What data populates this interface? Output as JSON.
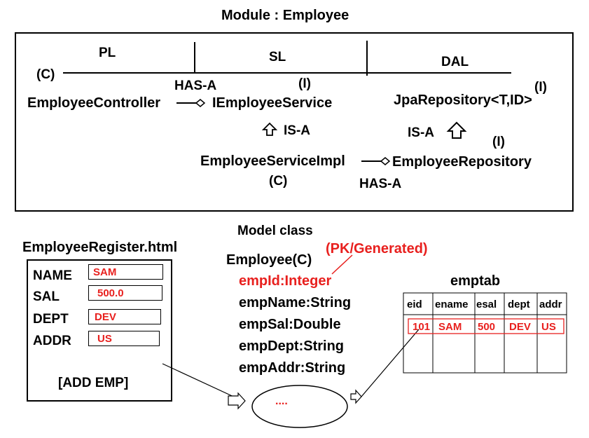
{
  "title": "Module : Employee",
  "layers": {
    "pl": "PL",
    "sl": "SL",
    "dal": "DAL"
  },
  "arch": {
    "controller_stereo": "(C)",
    "controller": "EmployeeController",
    "has_a_1": "HAS-A",
    "service_stereo": "(I)",
    "service": "IEmployeeService",
    "is_a_1": "IS-A",
    "service_impl": "EmployeeServiceImpl",
    "service_impl_stereo": "(C)",
    "has_a_2": "HAS-A",
    "repo_base": "JpaRepository<T,ID>",
    "repo_base_stereo": "(I)",
    "is_a_2": "IS-A",
    "repo_stereo": "(I)",
    "repo": "EmployeeRepository"
  },
  "form": {
    "title": "EmployeeRegister.html",
    "fields": [
      {
        "label": "NAME",
        "value": "SAM"
      },
      {
        "label": "SAL",
        "value": "500.0"
      },
      {
        "label": "DEPT",
        "value": "DEV"
      },
      {
        "label": "ADDR",
        "value": "US"
      }
    ],
    "button": "[ADD EMP]"
  },
  "model": {
    "heading": "Model class",
    "class_name": "Employee(C)",
    "pk_note": "(PK/Generated)",
    "fields": [
      "empId:Integer",
      "empName:String",
      "empSal:Double",
      "empDept:String",
      "empAddr:String"
    ]
  },
  "table": {
    "name": "emptab",
    "headers": [
      "eid",
      "ename",
      "esal",
      "dept",
      "addr"
    ],
    "row": [
      "101",
      "SAM",
      "500",
      "DEV",
      "US"
    ]
  },
  "ellipse_text": "....",
  "colors": {
    "accent": "#e8201e",
    "ink": "#000000"
  }
}
